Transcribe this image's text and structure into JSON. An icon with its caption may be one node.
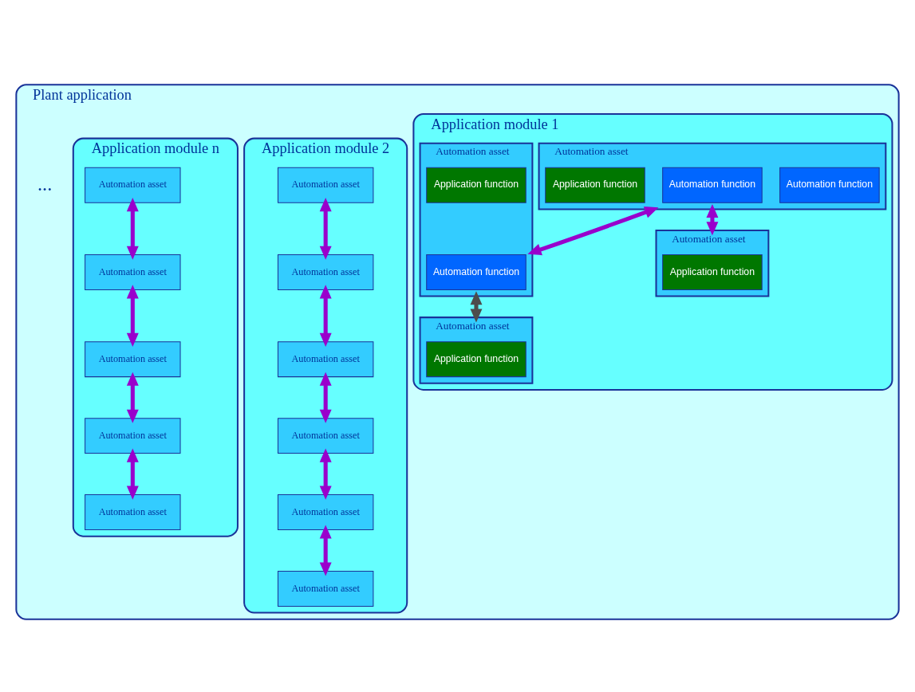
{
  "diagram": {
    "nodes": [
      {
        "text": [
          "Plant application"
        ]
      },
      {
        "text": [
          "Application module 1"
        ],
        "in": 0
      },
      {
        "text": [
          "Automation asset"
        ],
        "in": 1
      },
      {
        "text": [
          "Automation function"
        ],
        "in": 2
      },
      {
        "text": [
          "Automation function"
        ],
        "in": 2
      },
      {
        "text": [
          "Application function"
        ],
        "in": 2
      },
      {
        "text": [
          "Automation asset"
        ],
        "in": 1
      },
      {
        "text": [
          "Application function"
        ],
        "in": 6
      },
      {
        "text": [
          "Automation asset"
        ],
        "in": 1
      },
      {
        "text": [
          "Automation function"
        ],
        "in": 8
      },
      {
        "text": [
          "Application function"
        ],
        "in": 8
      },
      {
        "text": [
          "Automation asset"
        ],
        "in": 1
      },
      {
        "text": [
          "Application function"
        ],
        "in": 11
      },
      {
        "text": [
          "Application module 2"
        ],
        "in": 0
      },
      {
        "text": [
          "Automation asset"
        ],
        "in": 13
      },
      {
        "text": [
          "Automation asset"
        ],
        "in": 13
      },
      {
        "text": [
          "Automation asset"
        ],
        "in": 13
      },
      {
        "text": [
          "Automation asset"
        ],
        "in": 13
      },
      {
        "text": [
          "Automation asset"
        ],
        "in": 13
      },
      {
        "text": [
          "Automation asset"
        ],
        "in": 13
      },
      {
        "text": [
          "Application module n"
        ],
        "in": 0
      },
      {
        "text": [
          "Automation asset"
        ],
        "in": 20
      },
      {
        "text": [
          "Automation asset"
        ],
        "in": 20
      },
      {
        "text": [
          "Automation asset"
        ],
        "in": 20
      },
      {
        "text": [
          "Automation asset"
        ],
        "in": 20
      },
      {
        "text": [
          "Automation asset"
        ],
        "in": 20
      }
    ],
    "edges": [
      {
        "from": 2,
        "to": 6,
        "arrow": "both"
      },
      {
        "from": 2,
        "to": 8,
        "arrow": "both"
      },
      {
        "from": 8,
        "to": 11,
        "arrow": "both",
        "color": "#4d4d4d"
      },
      {
        "from": 14,
        "to": 15,
        "arrow": "both"
      },
      {
        "from": 15,
        "to": 16,
        "arrow": "both"
      },
      {
        "from": 16,
        "to": 17,
        "arrow": "both"
      },
      {
        "from": 17,
        "to": 18,
        "arrow": "both"
      },
      {
        "from": 18,
        "to": 19,
        "arrow": "both"
      },
      {
        "from": 21,
        "to": 22,
        "arrow": "both"
      },
      {
        "from": 22,
        "to": 23,
        "arrow": "both"
      },
      {
        "from": 23,
        "to": 24,
        "arrow": "both"
      },
      {
        "from": 24,
        "to": 25,
        "arrow": "both"
      }
    ],
    "labels": [
      "..."
    ]
  }
}
